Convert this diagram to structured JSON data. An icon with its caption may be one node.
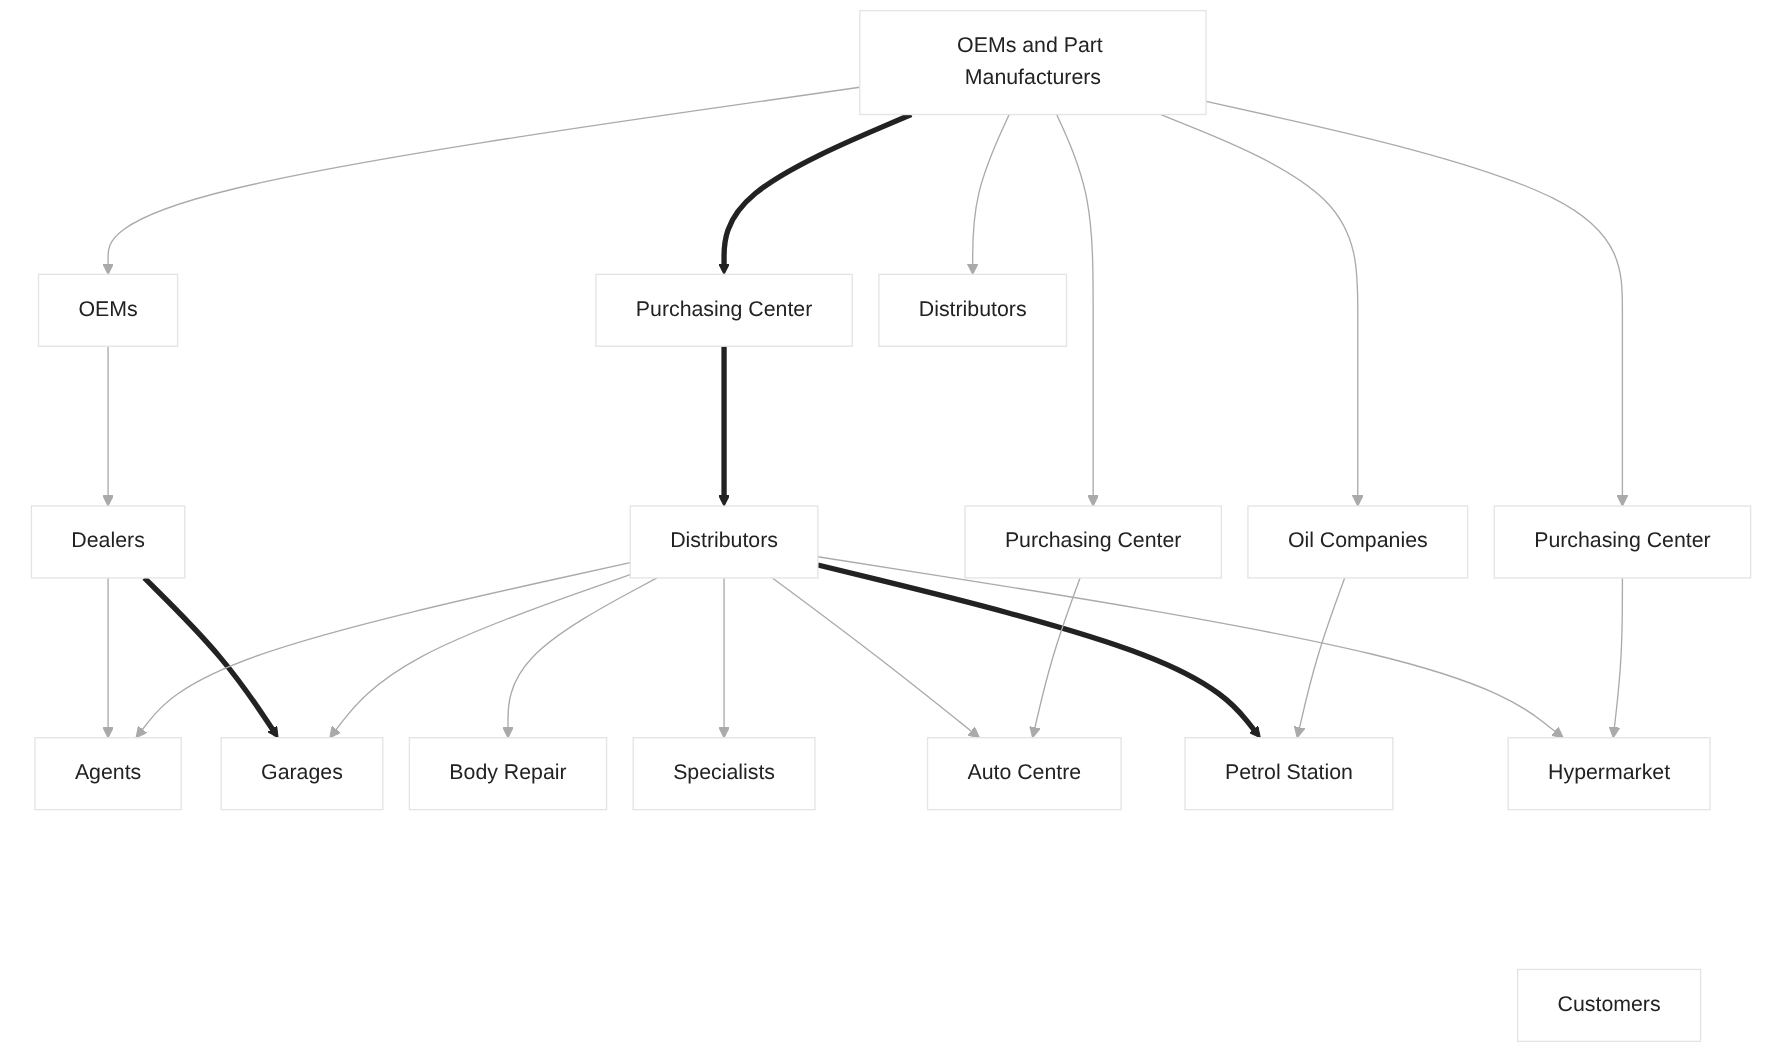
{
  "diagram": {
    "nodes": [
      {
        "text": [
          "OEMs and Part Manufacturers"
        ]
      },
      {
        "text": [
          "OEMs"
        ]
      },
      {
        "text": [
          "Purchasing Center"
        ]
      },
      {
        "text": [
          "Purchasing Center"
        ]
      },
      {
        "text": [
          "Distributors"
        ]
      },
      {
        "text": [
          "Oil Companies"
        ]
      },
      {
        "text": [
          "Purchasing Center"
        ]
      },
      {
        "text": [
          "Dealers"
        ]
      },
      {
        "text": [
          "Distributors"
        ]
      },
      {
        "text": [
          "Agents"
        ]
      },
      {
        "text": [
          "Garages"
        ]
      },
      {
        "text": [
          "Body Repair"
        ]
      },
      {
        "text": [
          "Specialists"
        ]
      },
      {
        "text": [
          "Auto Centre"
        ]
      },
      {
        "text": [
          "Petrol Station"
        ]
      },
      {
        "text": [
          "Hypermarket"
        ]
      },
      {
        "text": [
          "Customers"
        ]
      }
    ],
    "edges": [
      {
        "from": 0,
        "to": 1,
        "arrow": "to"
      },
      {
        "from": 0,
        "to": 2,
        "arrow": "to",
        "style": "thick",
        "color": "#222222"
      },
      {
        "from": 0,
        "to": 3,
        "arrow": "to"
      },
      {
        "from": 0,
        "to": 5,
        "arrow": "to"
      },
      {
        "from": 0,
        "to": 4,
        "arrow": "to"
      },
      {
        "from": 0,
        "to": 6,
        "arrow": "to"
      },
      {
        "from": 1,
        "to": 7,
        "arrow": "to"
      },
      {
        "from": 2,
        "to": 8,
        "arrow": "to",
        "style": "thick",
        "color": "#222222"
      },
      {
        "from": 7,
        "to": 9,
        "arrow": "to"
      },
      {
        "from": 7,
        "to": 10,
        "arrow": "to",
        "style": "thick",
        "color": "#222222"
      },
      {
        "from": 8,
        "to": 9,
        "arrow": "to"
      },
      {
        "from": 8,
        "to": 10,
        "arrow": "to"
      },
      {
        "from": 8,
        "to": 11,
        "arrow": "to"
      },
      {
        "from": 8,
        "to": 12,
        "arrow": "to"
      },
      {
        "from": 8,
        "to": 13,
        "arrow": "to"
      },
      {
        "from": 8,
        "to": 14,
        "arrow": "to",
        "style": "thick",
        "color": "#222222"
      },
      {
        "from": 8,
        "to": 15,
        "arrow": "to"
      },
      {
        "from": 3,
        "to": 13,
        "arrow": "to"
      },
      {
        "from": 5,
        "to": 14,
        "arrow": "to"
      },
      {
        "from": 6,
        "to": 15,
        "arrow": "to"
      }
    ]
  }
}
